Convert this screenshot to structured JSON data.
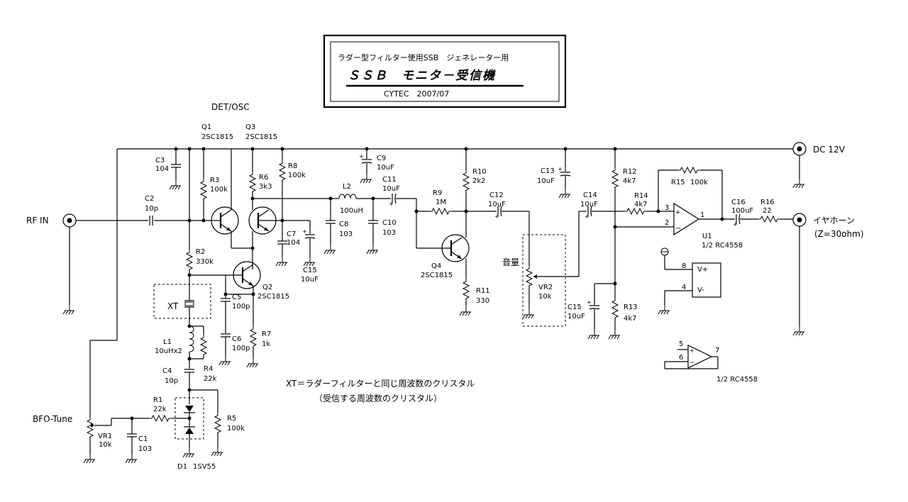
{
  "title": {
    "line1": "ラダー型フィルター使用SSB　ジェネレーター用",
    "line2": "ＳＳＢ　モニタ－受信機",
    "line3": "CYTEC　2007/07"
  },
  "ports": {
    "rf_in": "RF IN",
    "dc": "DC 12V",
    "earphone": "イヤホーン",
    "earphone_z": "(Z=30ohm)",
    "det_osc": "DET/OSC",
    "bfo_tune": "BFO-Tune",
    "volume": "音量",
    "xt": "XT"
  },
  "notes": {
    "xt1": "XT＝ラダーフィルターと同じ周波数のクリスタル",
    "xt2": "（受信する周波数のクリスタル）"
  },
  "parts": {
    "q1": {
      "ref": "Q1",
      "val": "2SC1815"
    },
    "q2": {
      "ref": "Q2",
      "val": "2SC1815"
    },
    "q3": {
      "ref": "Q3",
      "val": "2SC1815"
    },
    "q4": {
      "ref": "Q4",
      "val": "2SC1815"
    },
    "c1": {
      "ref": "C1",
      "val": "103"
    },
    "c2": {
      "ref": "C2",
      "val": "10p"
    },
    "c3": {
      "ref": "C3",
      "val": "104"
    },
    "c4": {
      "ref": "C4",
      "val": "10p"
    },
    "c5": {
      "ref": "C5",
      "val": "100p"
    },
    "c6": {
      "ref": "C6",
      "val": "100p"
    },
    "c7": {
      "ref": "C7",
      "val": "104"
    },
    "c8": {
      "ref": "C8",
      "val": "103"
    },
    "c9": {
      "ref": "C9",
      "val": "10uF"
    },
    "c10": {
      "ref": "C10",
      "val": "103"
    },
    "c11": {
      "ref": "C11",
      "val": "10uF"
    },
    "c12": {
      "ref": "C12",
      "val": "10uF"
    },
    "c13": {
      "ref": "C13",
      "val": "10uF"
    },
    "c14": {
      "ref": "C14",
      "val": "10uF"
    },
    "c15a": {
      "ref": "C15",
      "val": "10uF"
    },
    "c15b": {
      "ref": "C15",
      "val": "10uF"
    },
    "c16": {
      "ref": "C16",
      "val": "100uF"
    },
    "r1": {
      "ref": "R1",
      "val": "22k"
    },
    "r2": {
      "ref": "R2",
      "val": "330k"
    },
    "r3": {
      "ref": "R3",
      "val": "100k"
    },
    "r4": {
      "ref": "R4",
      "val": "22k"
    },
    "r5": {
      "ref": "R5",
      "val": "100k"
    },
    "r6": {
      "ref": "R6",
      "val": "3k3"
    },
    "r7": {
      "ref": "R7",
      "val": "1k"
    },
    "r8": {
      "ref": "R8",
      "val": "100k"
    },
    "r9": {
      "ref": "R9",
      "val": "1M"
    },
    "r10": {
      "ref": "R10",
      "val": "2k2"
    },
    "r11": {
      "ref": "R11",
      "val": "330"
    },
    "r12": {
      "ref": "R12",
      "val": "4k7"
    },
    "r13": {
      "ref": "R13",
      "val": "4k7"
    },
    "r14": {
      "ref": "R14",
      "val": "4k7"
    },
    "r15": {
      "ref": "R15",
      "val": "100k"
    },
    "r16": {
      "ref": "R16",
      "val": "22"
    },
    "l1": {
      "ref": "L1",
      "val": "10uHx2"
    },
    "l2": {
      "ref": "L2",
      "val": "100uH"
    },
    "vr1": {
      "ref": "VR1",
      "val": "10k"
    },
    "vr2": {
      "ref": "VR2",
      "val": "10k"
    },
    "d1": {
      "ref": "D1",
      "val": "1SV55"
    },
    "u1": {
      "ref": "U1",
      "val": "1/2 RC4558"
    },
    "u1b": {
      "val": "1/2 RC4558"
    }
  },
  "pins": {
    "p1": "1",
    "p2": "2",
    "p3": "3",
    "p4": "4",
    "p5": "5",
    "p6": "6",
    "p7": "7",
    "p8": "8",
    "vplus": "V+",
    "vminus": "V-"
  }
}
